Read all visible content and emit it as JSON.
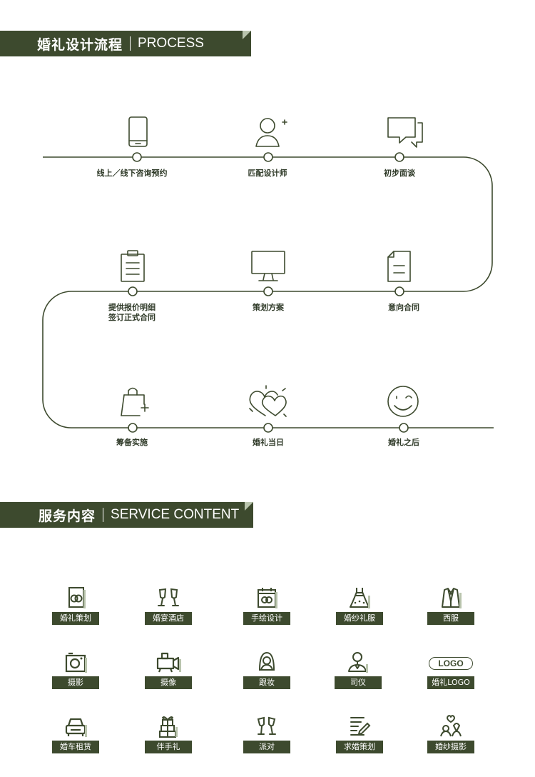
{
  "process": {
    "title_cn": "婚礼设计流程",
    "title_en": "PROCESS",
    "steps": [
      {
        "line1": "线上／线下咨询预约",
        "line2": "",
        "icon": "mobile-phone-icon"
      },
      {
        "line1": "匹配设计师",
        "line2": "",
        "icon": "add-user-icon"
      },
      {
        "line1": "初步面谈",
        "line2": "",
        "icon": "chat-bubbles-icon"
      },
      {
        "line1": "意向合同",
        "line2": "",
        "icon": "document-icon"
      },
      {
        "line1": "策划方案",
        "line2": "",
        "icon": "monitor-icon"
      },
      {
        "line1": "提供报价明细",
        "line2": "签订正式合同",
        "icon": "clipboard-icon"
      },
      {
        "line1": "筹备实施",
        "line2": "",
        "icon": "shopping-bag-add-icon"
      },
      {
        "line1": "婚礼当日",
        "line2": "",
        "icon": "double-hearts-icon"
      },
      {
        "line1": "婚礼之后",
        "line2": "",
        "icon": "smiley-wink-icon"
      }
    ]
  },
  "services": {
    "title_cn": "服务内容",
    "title_en": "SERVICE CONTENT",
    "logo_text": "LOGO",
    "items": [
      {
        "label": "婚礼策划",
        "icon": "wedding-rings-card-icon"
      },
      {
        "label": "婚宴酒店",
        "icon": "champagne-glasses-icon"
      },
      {
        "label": "手绘设计",
        "icon": "calendar-rings-icon"
      },
      {
        "label": "婚纱礼服",
        "icon": "wedding-dress-icon"
      },
      {
        "label": "西服",
        "icon": "suit-icon"
      },
      {
        "label": "摄影",
        "icon": "camera-icon"
      },
      {
        "label": "摄像",
        "icon": "video-camera-icon"
      },
      {
        "label": "跟妆",
        "icon": "bride-portrait-icon"
      },
      {
        "label": "司仪",
        "icon": "host-icon"
      },
      {
        "label": "婚礼LOGO",
        "icon": "logo-badge-icon"
      },
      {
        "label": "婚车租赁",
        "icon": "car-icon"
      },
      {
        "label": "伴手礼",
        "icon": "gift-boxes-icon"
      },
      {
        "label": "派对",
        "icon": "toast-glasses-icon"
      },
      {
        "label": "求婚策划",
        "icon": "checklist-pen-icon"
      },
      {
        "label": "婚纱摄影",
        "icon": "couple-heart-icon"
      }
    ]
  },
  "colors": {
    "primary": "#3d4a2e",
    "line": "#3d4a2e",
    "text": "#2f3a28"
  }
}
